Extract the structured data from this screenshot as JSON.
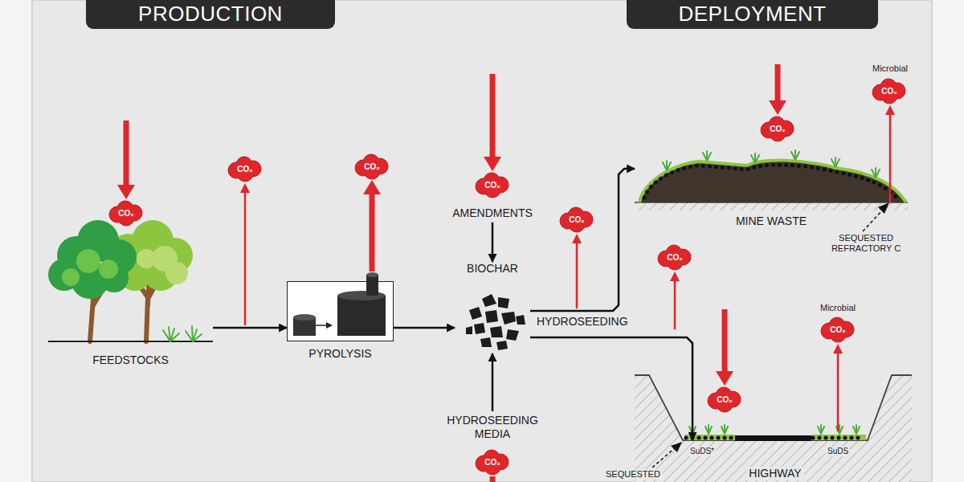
{
  "diagram": {
    "nodes": [
      {
        "text": [
          "PRODUCTION"
        ]
      },
      {
        "text": [
          "DEPLOYMENT"
        ]
      },
      {
        "text": [
          "FEEDSTOCKS"
        ]
      },
      {
        "text": [
          "PYROLYSIS"
        ]
      },
      {
        "text": [
          "AMENDMENTS"
        ]
      },
      {
        "text": [
          "BIOCHAR"
        ]
      },
      {
        "text": [
          "HYDROSEEDING MEDIA"
        ]
      },
      {
        "text": [
          "MINE WASTE"
        ]
      },
      {
        "text": [
          "HIGHWAY"
        ]
      },
      {
        "text": [
          "CO₂"
        ]
      },
      {
        "text": [
          "CO₂"
        ]
      },
      {
        "text": [
          "CO₂"
        ]
      },
      {
        "text": [
          "CO₂"
        ]
      },
      {
        "text": [
          "CO₂"
        ]
      },
      {
        "text": [
          "CO₂"
        ]
      },
      {
        "text": [
          "CO₂"
        ]
      },
      {
        "text": [
          "CO₂"
        ]
      },
      {
        "text": [
          "CO₂"
        ]
      },
      {
        "text": [
          "CO₂"
        ]
      },
      {
        "text": [
          "CO₂"
        ]
      }
    ],
    "edges": [
      {
        "from": 2,
        "to": 3,
        "arrow": "to"
      },
      {
        "from": 3,
        "to": 5,
        "arrow": "to"
      },
      {
        "from": 4,
        "to": 5,
        "arrow": "to"
      },
      {
        "from": 6,
        "to": 5,
        "arrow": "to"
      },
      {
        "from": 5,
        "to": 7,
        "arrow": "to"
      },
      {
        "from": 5,
        "to": 8,
        "arrow": "to"
      }
    ],
    "labels": [
      "HYDROSEEDING",
      "Microbial",
      "Microbial",
      "SEQUESTED REFRACTORY C",
      "SEQUESTED",
      "SuDS*",
      "SuDS"
    ]
  }
}
